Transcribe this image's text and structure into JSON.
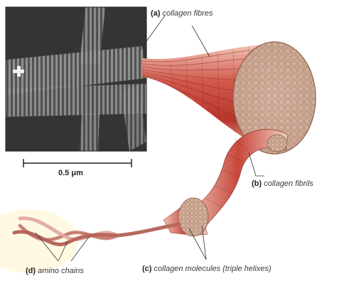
{
  "micrograph": {
    "scale_text": "0.5 μm"
  },
  "labels": {
    "a": {
      "letter": "(a)",
      "text": "collagen fibres"
    },
    "b": {
      "letter": "(b)",
      "text": "collagen fibrils"
    },
    "c": {
      "letter": "(c)",
      "text": "collagen molecules (triple helixes)"
    },
    "d": {
      "letter": "(d)",
      "text": "amino chains"
    }
  },
  "colors": {
    "fibre_red": "#c8443a",
    "fibril_face": "#d9b7a4",
    "chain_pink": "#d88f86",
    "micrograph_bg": "#3a3a3a"
  }
}
